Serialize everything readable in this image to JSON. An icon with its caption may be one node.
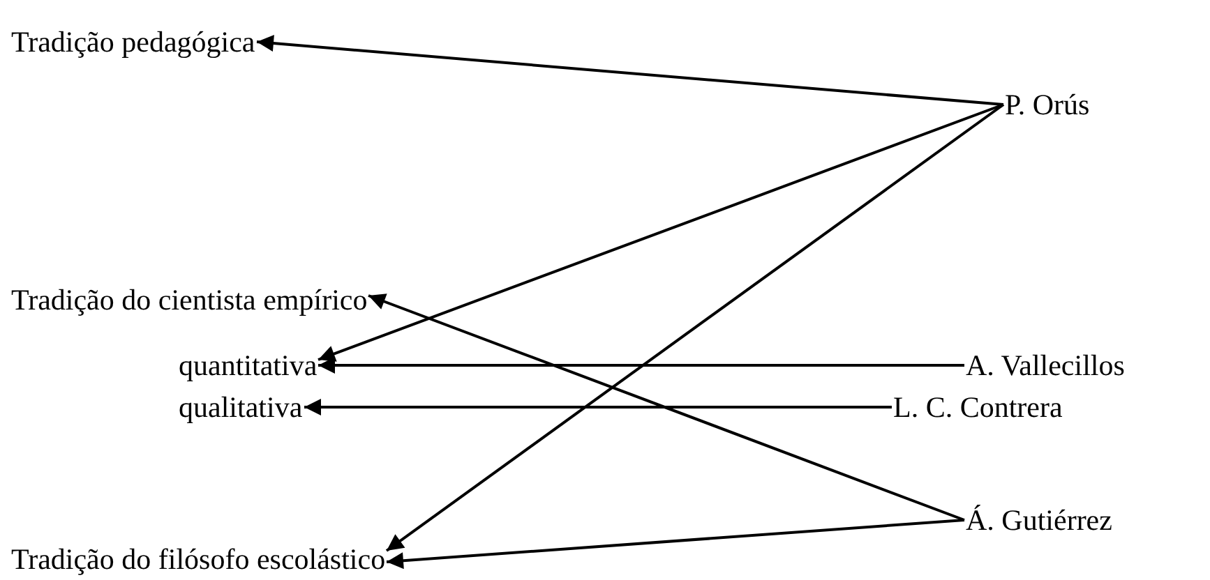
{
  "diagram": {
    "nodes": [
      {
        "text": [
          "Tradição pedagógica"
        ]
      },
      {
        "text": [
          "Tradição do cientista empírico"
        ]
      },
      {
        "text": [
          "quantitativa"
        ]
      },
      {
        "text": [
          "qualitativa"
        ]
      },
      {
        "text": [
          "Tradição do filósofo escolástico"
        ]
      },
      {
        "text": [
          "P. Orús"
        ]
      },
      {
        "text": [
          "A. Vallecillos"
        ]
      },
      {
        "text": [
          "L. C. Contrera"
        ]
      },
      {
        "text": [
          "Á. Gutiérrez"
        ]
      }
    ],
    "edges": [
      {
        "from": 5,
        "to": 0,
        "arrow": "to"
      },
      {
        "from": 5,
        "to": 2,
        "arrow": "to"
      },
      {
        "from": 5,
        "to": 4,
        "arrow": "to"
      },
      {
        "from": 8,
        "to": 1,
        "arrow": "to"
      },
      {
        "from": 6,
        "to": 2,
        "arrow": "to"
      },
      {
        "from": 7,
        "to": 3,
        "arrow": "to"
      },
      {
        "from": 8,
        "to": 4,
        "arrow": "to"
      }
    ]
  }
}
